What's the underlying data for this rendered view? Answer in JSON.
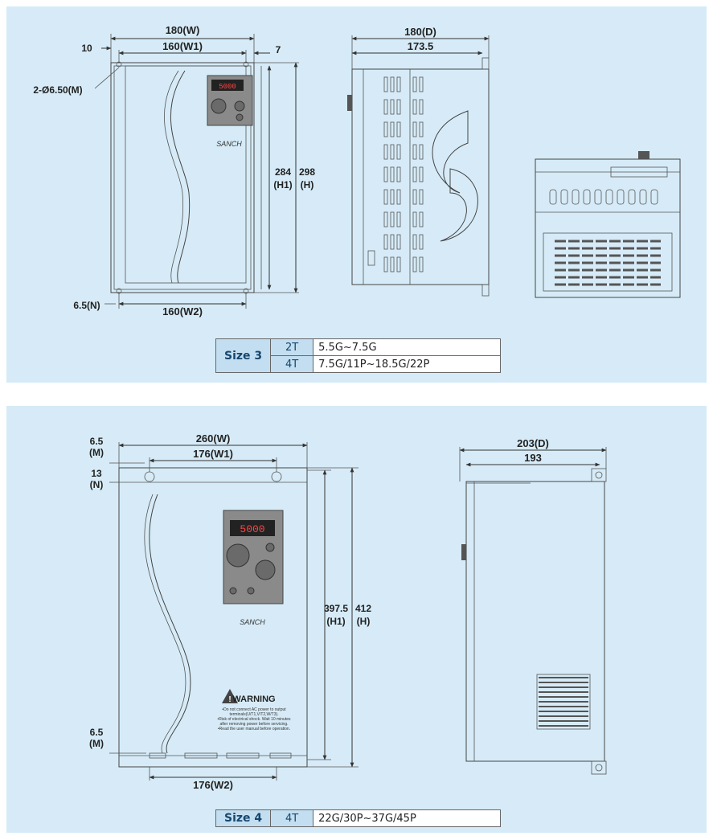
{
  "size3": {
    "front": {
      "width_label": "180(W)",
      "w1_label": "160(W1)",
      "left_offset": "10",
      "right_offset": "7",
      "hole_label": "2-Ø6.50(M)",
      "h1_label_value": "284",
      "h1_label_name": "(H1)",
      "h_label_value": "298",
      "h_label_name": "(H)",
      "n_label": "6.5(N)",
      "w2_label": "160(W2)",
      "display_value": "5000",
      "logo": "SANCH"
    },
    "side": {
      "depth_label": "180(D)",
      "d1_label": "173.5"
    },
    "spec": {
      "size_label": "Size 3",
      "rows": [
        {
          "voltage": "2T",
          "range": "5.5G~7.5G"
        },
        {
          "voltage": "4T",
          "range": "7.5G/11P~18.5G/22P"
        }
      ]
    }
  },
  "size4": {
    "front": {
      "m_top_value": "6.5",
      "m_top_name": "(M)",
      "n_value": "13",
      "n_name": "(N)",
      "width_label": "260(W)",
      "w1_label": "176(W1)",
      "h1_label_value": "397.5",
      "h1_label_name": "(H1)",
      "h_label_value": "412",
      "h_label_name": "(H)",
      "m_bottom_value": "6.5",
      "m_bottom_name": "(M)",
      "w2_label": "176(W2)",
      "display_value": "5000",
      "logo": "SANCH",
      "warning_title": "WARNING",
      "warning_lines": [
        "•Do not connect AC power to output",
        "terminals(U/T1,V/T2,W/T3).",
        "•Risk of electrical shock. Wait 10 minutes",
        "after removing power before servicing.",
        "•Read the user manual before operation."
      ]
    },
    "side": {
      "depth_label": "203(D)",
      "d1_label": "193"
    },
    "spec": {
      "size_label": "Size 4",
      "rows": [
        {
          "voltage": "4T",
          "range": "22G/30P~37G/45P"
        }
      ]
    }
  }
}
